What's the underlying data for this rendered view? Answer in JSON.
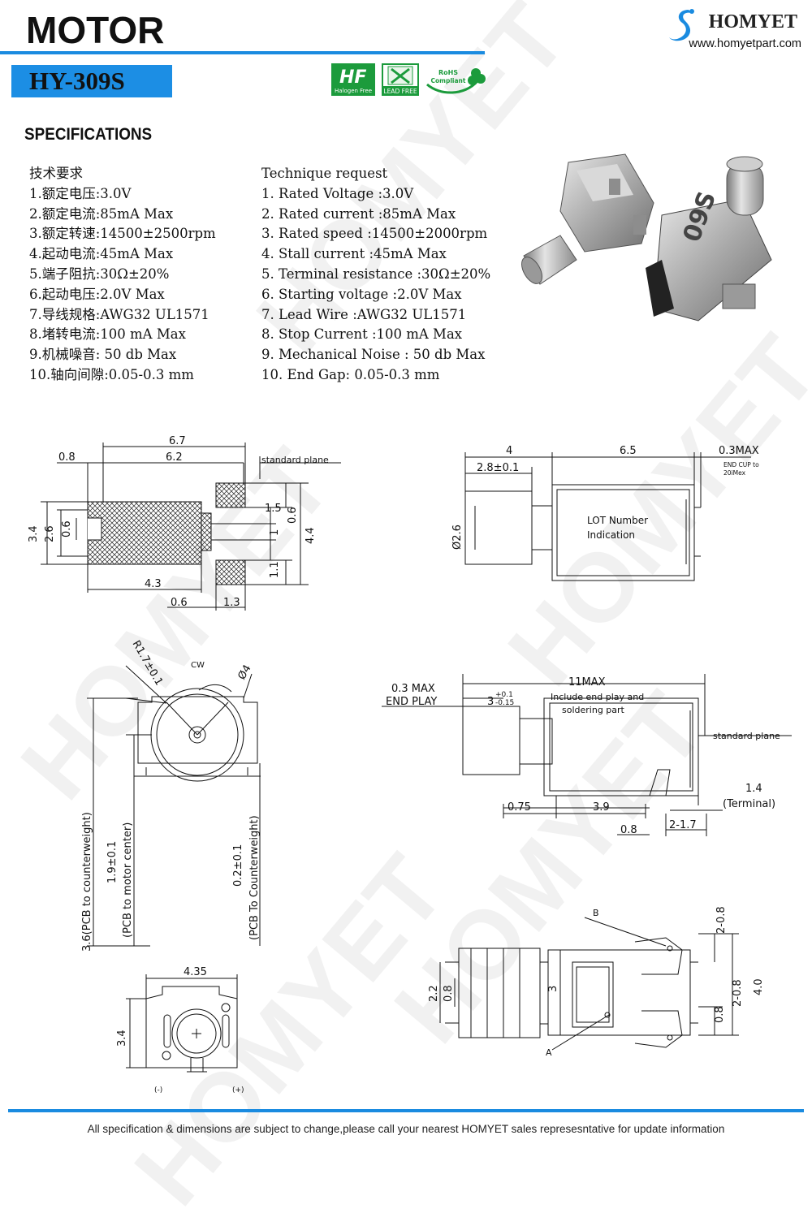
{
  "header": {
    "title": "MOTOR",
    "model": "HY-309S",
    "brand": "HOMYET",
    "website": "www.homyetpart.com",
    "badges": {
      "halogen": "Halogen Free",
      "lead": "LEAD FREE",
      "rohs_top": "RoHS",
      "rohs_bottom": "Compliant"
    }
  },
  "specs": {
    "heading": "SPECIFICATIONS",
    "cn_title": "技术要求",
    "cn": [
      "1.额定电压:3.0V",
      "2.额定电流:85mA Max",
      "3.额定转速:14500±2500rpm",
      "4.起动电流:45mA Max",
      "5.端子阻抗:30Ω±20%",
      "6.起动电压:2.0V Max",
      "7.导线规格:AWG32 UL1571",
      "8.堵转电流:100 mA Max",
      "9.机械噪音: 50 db Max",
      "10.轴向间隙:0.05-0.3 mm"
    ],
    "en_title": "Technique request",
    "en": [
      "1. Rated Voltage :3.0V",
      "2. Rated current :85mA Max",
      "3. Rated speed :14500±2000rpm",
      "4. Stall current :45mA Max",
      "5. Terminal resistance :30Ω±20%",
      "6. Starting voltage :2.0V Max",
      "7. Lead Wire :AWG32 UL1571",
      "8. Stop Current :100 mA Max",
      "9. Mechanical Noise : 50 db Max",
      "10. End Gap: 0.05-0.3 mm"
    ]
  },
  "photo": {
    "marking": "09S"
  },
  "drawing1": {
    "d_6_7": "6.7",
    "d_6_2": "6.2",
    "d_0_8": "0.8",
    "std_plane": "standard plane",
    "d_1_5": "1.5",
    "d_0_6r": "0.6",
    "d_1r": "1",
    "d_4_4": "4.4",
    "d_1_1": "1.1",
    "d_3_4": "3.4",
    "d_2_6": "2.6",
    "d_0_6l": "0.6",
    "d_4_3": "4.3",
    "d_0_6b": "0.6",
    "d_1_3": "1.3"
  },
  "drawing2": {
    "d_4": "4",
    "d_6_5": "6.5",
    "d_0_3max": "0.3MAX",
    "note1": "END CUP to",
    "note2": "20iMex",
    "d_2_8": "2.8±0.1",
    "d_dia": "Ø2.6",
    "lot1": "LOT Number",
    "lot2": "Indication"
  },
  "drawing3": {
    "r": "R1.7±0.1",
    "cw": "CW",
    "dia4": "Ø4",
    "v1": "3.6(PCB to counterweight)",
    "v2": "1.9±0.1",
    "v3": "(PCB to motor center)",
    "v4": "0.2±0.1",
    "v5": "(PCB To Counterweight)"
  },
  "drawing4": {
    "end1": "0.3 MAX",
    "end2": "END PLAY",
    "d_11": "11MAX",
    "d_3": "3",
    "tol_up": "+0.1",
    "tol_dn": "-0.15",
    "note1": "Include end play and",
    "note2": "soldering part",
    "std": "standard plane",
    "d_1_4": "1.4",
    "term": "(Terminal)",
    "d_0_75": "0.75",
    "d_3_9": "3.9",
    "d_0_8": "0.8",
    "d_2_1_7": "2-1.7"
  },
  "drawing5": {
    "d_4_35": "4.35",
    "d_3_4": "3.4",
    "minus": "(-)",
    "plus": "(+)"
  },
  "drawing6": {
    "b": "B",
    "a": "A",
    "d_2_2": "2.2",
    "d_0_8l": "0.8",
    "d_3": "3",
    "d_2_0_8t": "2-0.8",
    "d_2_0_8b": "2-0.8",
    "d_0_8r": "0.8",
    "d_4_0": "4.0"
  },
  "watermark": "HOMYET",
  "footer": "All specification & dimensions are subject to change,please call your nearest HOMYET sales represesntative for update information",
  "colors": {
    "accent": "#1a8be0",
    "model_bg": "#1c8ee4",
    "badge_green": "#1c9b3c"
  }
}
